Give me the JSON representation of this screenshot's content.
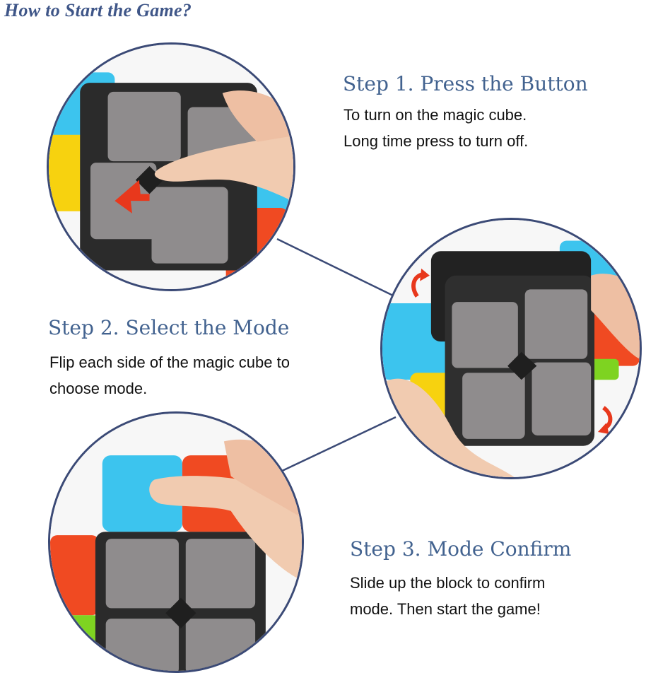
{
  "header": {
    "title": "How to Start the Game?"
  },
  "steps": [
    {
      "heading": "Step 1. Press the Button",
      "lines": [
        "To turn on the magic cube.",
        "Long time press to turn off."
      ]
    },
    {
      "heading": "Step 2. Select the Mode",
      "lines": [
        "Flip each side of the magic cube to",
        "choose mode."
      ]
    },
    {
      "heading": "Step 3. Mode Confirm",
      "lines": [
        "Slide up the block to confirm",
        "mode. Then start the game!"
      ]
    }
  ],
  "colors": {
    "title": "#3f5688",
    "heading": "#42628f",
    "body_text": "#111111",
    "circle_border": "#3b4a76",
    "cube_blue": "#3cc4ee",
    "cube_yellow": "#f7d20f",
    "cube_red": "#f04a22",
    "cube_green": "#7ed321",
    "cube_frame": "#2b2b2b",
    "cube_tile": "#8f8c8d",
    "arrow": "#e8381c",
    "skin": "#f1cbb0"
  },
  "images": [
    {
      "name": "step1-photo",
      "icon": "cube-press-button-photo"
    },
    {
      "name": "step2-photo",
      "icon": "cube-flip-side-photo"
    },
    {
      "name": "step3-photo",
      "icon": "cube-slide-block-photo"
    }
  ]
}
